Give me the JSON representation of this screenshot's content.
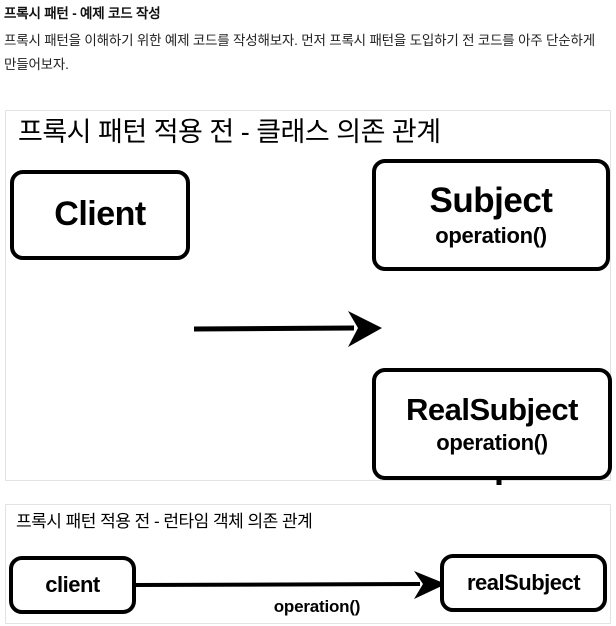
{
  "document": {
    "heading": "프록시 패턴 - 예제 코드 작성",
    "paragraph": "프록시 패턴을 이해하기 위한 예제 코드를 작성해보자. 먼저 프록시 패턴을 도입하기 전 코드를 아주 단순하게 만들어보자."
  },
  "diagrams": [
    {
      "id": "class-dependency",
      "title": "프록시 패턴 적용 전 - 클래스 의존 관계",
      "nodes": [
        {
          "id": "client",
          "name": "Client",
          "operation": ""
        },
        {
          "id": "subject",
          "name": "Subject",
          "operation": "operation()"
        },
        {
          "id": "realSubject",
          "name": "RealSubject",
          "operation": "operation()"
        }
      ],
      "edges": [
        {
          "from": "Client",
          "to": "Subject",
          "kind": "dependency-arrow",
          "label": ""
        },
        {
          "from": "RealSubject",
          "to": "Subject",
          "kind": "inheritance-arrow",
          "label": ""
        }
      ]
    },
    {
      "id": "runtime-dependency",
      "title": "프록시 패턴 적용 전 - 런타임 객체 의존 관계",
      "nodes": [
        {
          "id": "clientInstance",
          "name": "client",
          "operation": ""
        },
        {
          "id": "realSubjectInstance",
          "name": "realSubject",
          "operation": ""
        }
      ],
      "edges": [
        {
          "from": "client",
          "to": "realSubject",
          "kind": "call-arrow",
          "label": "operation()"
        }
      ]
    }
  ],
  "colors": {
    "stroke": "#000000",
    "frame_border": "#e3e3e3",
    "text": "#1f1f1f",
    "background": "#ffffff"
  }
}
